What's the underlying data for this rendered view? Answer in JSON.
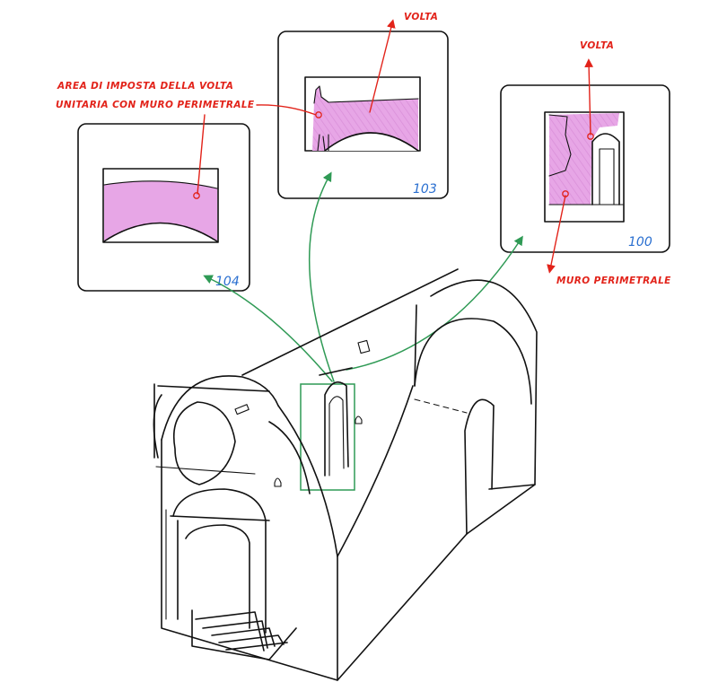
{
  "annotations": {
    "area_line1": "AREA DI IMPOSTA DELLA VOLTA",
    "area_line2": "UNITARIA CON MURO PERIMETRALE",
    "volta_103": "VOLTA",
    "volta_100": "VOLTA",
    "muro_perimetrale": "MURO PERIMETRALE"
  },
  "photos": [
    {
      "id": "photo-104",
      "number": "104"
    },
    {
      "id": "photo-103",
      "number": "103"
    },
    {
      "id": "photo-100",
      "number": "100"
    }
  ],
  "colors": {
    "annotation_red": "#e2231a",
    "photo_number_blue": "#2a6fd0",
    "reference_green": "#2f9a55",
    "highlight_pink": "#e7a6e6",
    "ink": "#111111"
  }
}
